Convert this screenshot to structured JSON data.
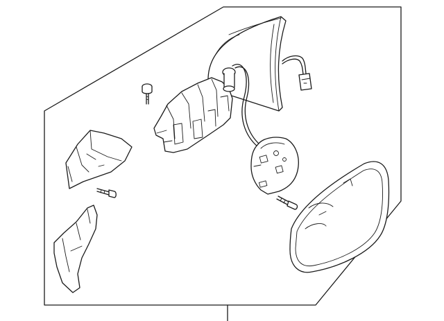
{
  "diagram": {
    "style": "exploded parts diagram, black line art on white",
    "colors": {
      "line": "#1a1a1a",
      "background": "#ffffff"
    },
    "parts": [
      {
        "name": "mirror-housing-with-bracket"
      },
      {
        "name": "wiring-harness-with-connector"
      },
      {
        "name": "actuator-motor"
      },
      {
        "name": "mirror-glass"
      },
      {
        "name": "upper-cover-cap"
      },
      {
        "name": "lower-cover-cap"
      },
      {
        "name": "bolt-top"
      },
      {
        "name": "screw-middle-left"
      },
      {
        "name": "screw-actuator"
      }
    ]
  }
}
